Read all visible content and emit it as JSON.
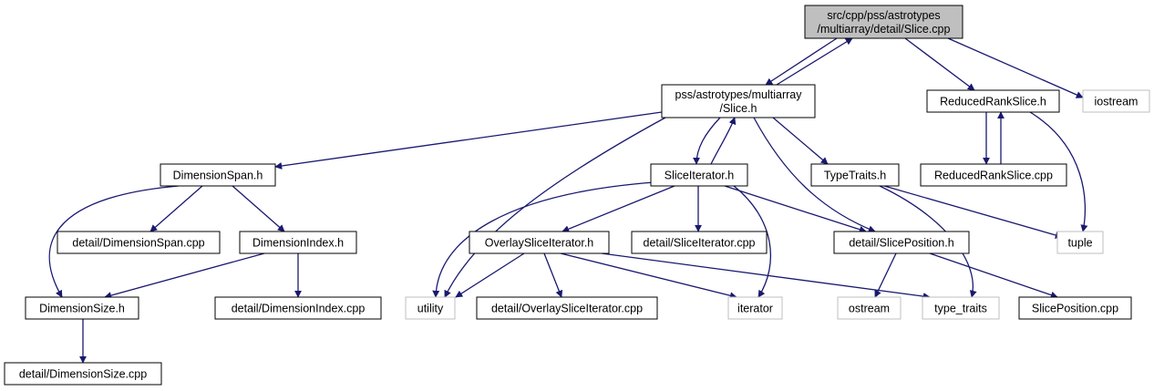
{
  "colors": {
    "edge": "#191970",
    "node_border": "#000000",
    "external_border": "#bfbfbf",
    "root_fill": "#bfbfbf",
    "node_fill": "#ffffff"
  },
  "nodes": {
    "root": {
      "lines": [
        "src/cpp/pss/astrotypes",
        "/multiarray/detail/Slice.cpp"
      ],
      "kind": "root"
    },
    "slice_h": {
      "lines": [
        "pss/astrotypes/multiarray",
        "/Slice.h"
      ],
      "kind": "file"
    },
    "reduced_rank_slice_h": {
      "lines": [
        "ReducedRankSlice.h"
      ],
      "kind": "file"
    },
    "iostream": {
      "lines": [
        "iostream"
      ],
      "kind": "external"
    },
    "dimension_span_h": {
      "lines": [
        "DimensionSpan.h"
      ],
      "kind": "file"
    },
    "slice_iterator_h": {
      "lines": [
        "SliceIterator.h"
      ],
      "kind": "file"
    },
    "type_traits_h": {
      "lines": [
        "TypeTraits.h"
      ],
      "kind": "file"
    },
    "reduced_rank_slice_cpp": {
      "lines": [
        "ReducedRankSlice.cpp"
      ],
      "kind": "file"
    },
    "dimension_span_cpp": {
      "lines": [
        "detail/DimensionSpan.cpp"
      ],
      "kind": "file"
    },
    "dimension_index_h": {
      "lines": [
        "DimensionIndex.h"
      ],
      "kind": "file"
    },
    "overlay_slice_iterator_h": {
      "lines": [
        "OverlaySliceIterator.h"
      ],
      "kind": "file"
    },
    "slice_iterator_cpp": {
      "lines": [
        "detail/SliceIterator.cpp"
      ],
      "kind": "file"
    },
    "slice_position_h": {
      "lines": [
        "detail/SlicePosition.h"
      ],
      "kind": "file"
    },
    "tuple": {
      "lines": [
        "tuple"
      ],
      "kind": "external"
    },
    "dimension_size_h": {
      "lines": [
        "DimensionSize.h"
      ],
      "kind": "file"
    },
    "dimension_index_cpp": {
      "lines": [
        "detail/DimensionIndex.cpp"
      ],
      "kind": "file"
    },
    "utility": {
      "lines": [
        "utility"
      ],
      "kind": "external"
    },
    "overlay_slice_iterator_cpp": {
      "lines": [
        "detail/OverlaySliceIterator.cpp"
      ],
      "kind": "file"
    },
    "iterator": {
      "lines": [
        "iterator"
      ],
      "kind": "external"
    },
    "ostream": {
      "lines": [
        "ostream"
      ],
      "kind": "external"
    },
    "type_traits": {
      "lines": [
        "type_traits"
      ],
      "kind": "external"
    },
    "slice_position_cpp": {
      "lines": [
        "SlicePosition.cpp"
      ],
      "kind": "file"
    },
    "dimension_size_cpp": {
      "lines": [
        "detail/DimensionSize.cpp"
      ],
      "kind": "file"
    }
  },
  "edges": [
    [
      "root",
      "slice_h"
    ],
    [
      "slice_h",
      "root"
    ],
    [
      "root",
      "reduced_rank_slice_h"
    ],
    [
      "root",
      "iostream"
    ],
    [
      "slice_h",
      "dimension_span_h"
    ],
    [
      "slice_h",
      "slice_iterator_h"
    ],
    [
      "slice_iterator_h",
      "slice_h"
    ],
    [
      "slice_h",
      "type_traits_h"
    ],
    [
      "slice_h",
      "slice_position_h"
    ],
    [
      "slice_h",
      "utility"
    ],
    [
      "reduced_rank_slice_h",
      "reduced_rank_slice_cpp"
    ],
    [
      "reduced_rank_slice_cpp",
      "reduced_rank_slice_h"
    ],
    [
      "reduced_rank_slice_h",
      "tuple"
    ],
    [
      "dimension_span_h",
      "dimension_span_cpp"
    ],
    [
      "dimension_span_h",
      "dimension_index_h"
    ],
    [
      "dimension_span_h",
      "dimension_size_h"
    ],
    [
      "dimension_index_h",
      "dimension_size_h"
    ],
    [
      "dimension_index_h",
      "dimension_index_cpp"
    ],
    [
      "dimension_size_h",
      "dimension_size_cpp"
    ],
    [
      "slice_iterator_h",
      "overlay_slice_iterator_h"
    ],
    [
      "slice_iterator_h",
      "slice_iterator_cpp"
    ],
    [
      "slice_iterator_h",
      "slice_position_h"
    ],
    [
      "slice_iterator_h",
      "utility"
    ],
    [
      "slice_iterator_h",
      "iterator"
    ],
    [
      "type_traits_h",
      "tuple"
    ],
    [
      "type_traits_h",
      "type_traits"
    ],
    [
      "overlay_slice_iterator_h",
      "utility"
    ],
    [
      "overlay_slice_iterator_h",
      "overlay_slice_iterator_cpp"
    ],
    [
      "overlay_slice_iterator_h",
      "iterator"
    ],
    [
      "overlay_slice_iterator_h",
      "type_traits"
    ],
    [
      "slice_position_h",
      "ostream"
    ],
    [
      "slice_position_h",
      "slice_position_cpp"
    ]
  ]
}
